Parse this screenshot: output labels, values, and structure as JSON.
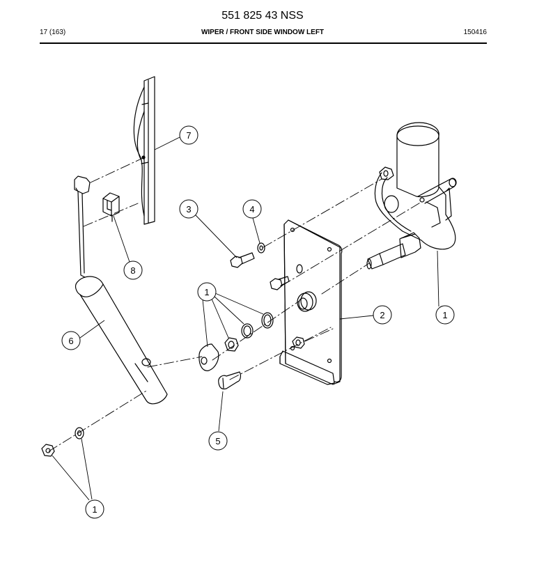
{
  "header": {
    "doc_number": "551 825 43 NSS",
    "page_ref": "17 (163)",
    "section_title": "WIPER / FRONT SIDE WINDOW LEFT",
    "date_code": "150416"
  },
  "callouts": [
    {
      "id": "c7",
      "label": "7"
    },
    {
      "id": "c3",
      "label": "3"
    },
    {
      "id": "c4",
      "label": "4"
    },
    {
      "id": "c8",
      "label": "8"
    },
    {
      "id": "c1a",
      "label": "1"
    },
    {
      "id": "c2",
      "label": "2"
    },
    {
      "id": "c1b",
      "label": "1"
    },
    {
      "id": "c6",
      "label": "6"
    },
    {
      "id": "c5",
      "label": "5"
    },
    {
      "id": "c1c",
      "label": "1"
    }
  ]
}
